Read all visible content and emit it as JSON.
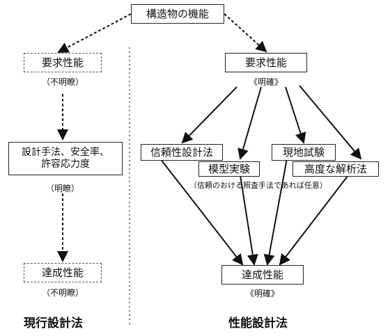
{
  "top": {
    "label": "構造物の機能"
  },
  "current": {
    "requirement": "要求性能",
    "requirement_note": "（不明瞭）",
    "method": "設計手法、安全率、\n許容応力度",
    "method_note": "（明瞭）",
    "achieved": "達成性能",
    "achieved_note": "（不明瞭）",
    "heading": "現行設計法"
  },
  "performance": {
    "requirement": "要求性能",
    "requirement_note": "《明確》",
    "reliability": "信頼性設計法",
    "model_test": "模型実験",
    "field_test": "現地試験",
    "analysis": "高度な解析法",
    "note": "（信頼のおける照査手法であれば任意）",
    "achieved": "達成性能",
    "achieved_note": "《明確》",
    "heading": "性能設計法"
  }
}
